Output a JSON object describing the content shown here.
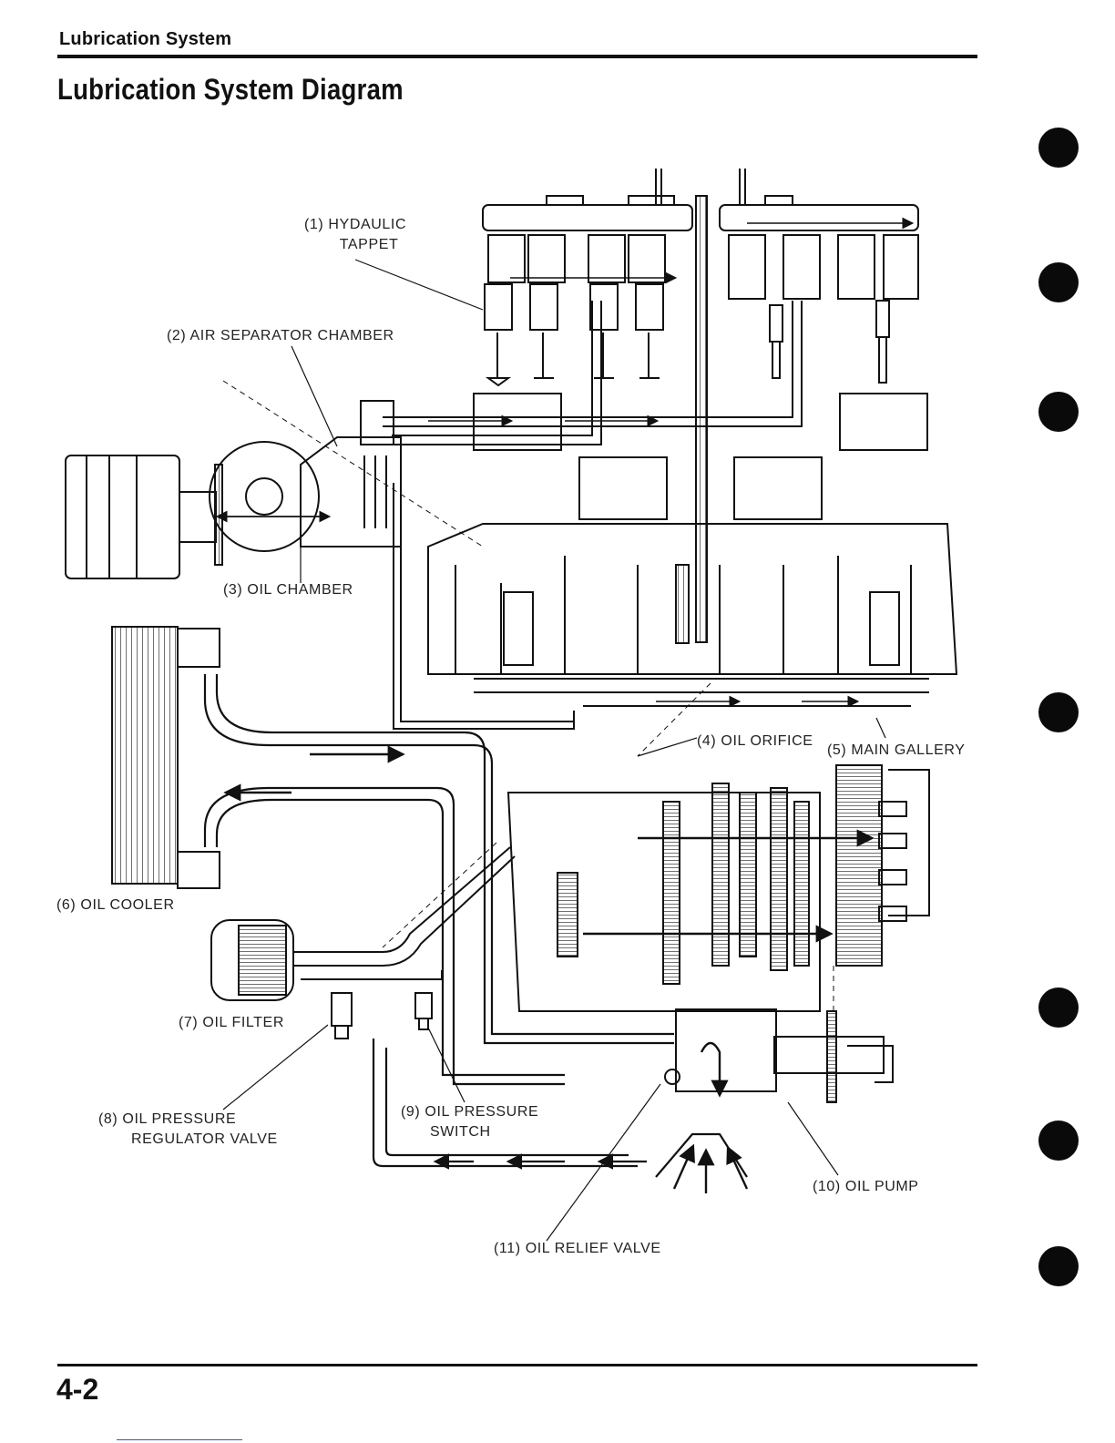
{
  "header": {
    "section_title": "Lubrication System",
    "page_heading": "Lubrication System Diagram"
  },
  "callouts": [
    {
      "id": "hydraulic-tappet",
      "lines": [
        "(1) HYDAULIC",
        "TAPPET"
      ]
    },
    {
      "id": "air-separator-chamber",
      "lines": [
        "(2) AIR SEPARATOR CHAMBER"
      ]
    },
    {
      "id": "oil-chamber",
      "lines": [
        "(3) OIL CHAMBER"
      ]
    },
    {
      "id": "oil-orifice",
      "lines": [
        "(4) OIL ORIFICE"
      ]
    },
    {
      "id": "main-gallery",
      "lines": [
        "(5) MAIN GALLERY"
      ]
    },
    {
      "id": "oil-cooler",
      "lines": [
        "(6) OIL COOLER"
      ]
    },
    {
      "id": "oil-filter",
      "lines": [
        "(7) OIL FILTER"
      ]
    },
    {
      "id": "oil-pressure-regulator-valve",
      "lines": [
        "(8) OIL PRESSURE",
        "REGULATOR VALVE"
      ]
    },
    {
      "id": "oil-pressure-switch",
      "lines": [
        "(9) OIL PRESSURE",
        "SWITCH"
      ]
    },
    {
      "id": "oil-pump",
      "lines": [
        "(10) OIL PUMP"
      ]
    },
    {
      "id": "oil-relief-valve",
      "lines": [
        "(11) OIL RELIEF VALVE"
      ]
    }
  ],
  "footer": {
    "page_number": "4-2"
  },
  "colors": {
    "ink": "#111111",
    "paper": "#ffffff"
  }
}
